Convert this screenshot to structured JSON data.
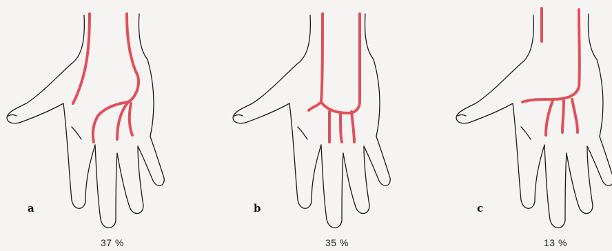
{
  "panels": [
    {
      "letter": "a",
      "percent": "37 %"
    },
    {
      "letter": "b",
      "percent": "35 %"
    },
    {
      "letter": "c",
      "percent": "13 %"
    }
  ],
  "colors": {
    "artery": "#e0505a",
    "outline": "#1a1a1a",
    "background": "#f6f4f2"
  }
}
